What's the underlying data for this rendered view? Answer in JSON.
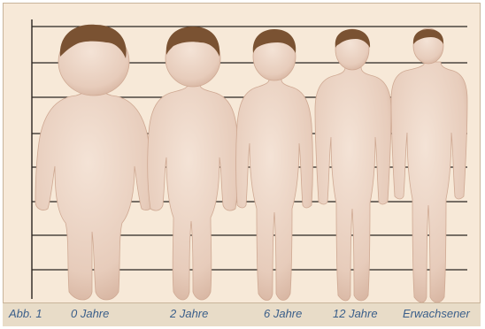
{
  "figure_label": "Abb. 1",
  "figures": [
    {
      "label": "0 Jahre"
    },
    {
      "label": "2 Jahre"
    },
    {
      "label": "6 Jahre"
    },
    {
      "label": "12 Jahre"
    },
    {
      "label": "Erwachsener"
    }
  ],
  "colors": {
    "background": "#f7e9d8",
    "lines": "#2a2420",
    "skin": "#ead2c2",
    "skin_shade": "#d9b8a5",
    "hair": "#7a5232",
    "caption_text": "#3b5f8a"
  }
}
